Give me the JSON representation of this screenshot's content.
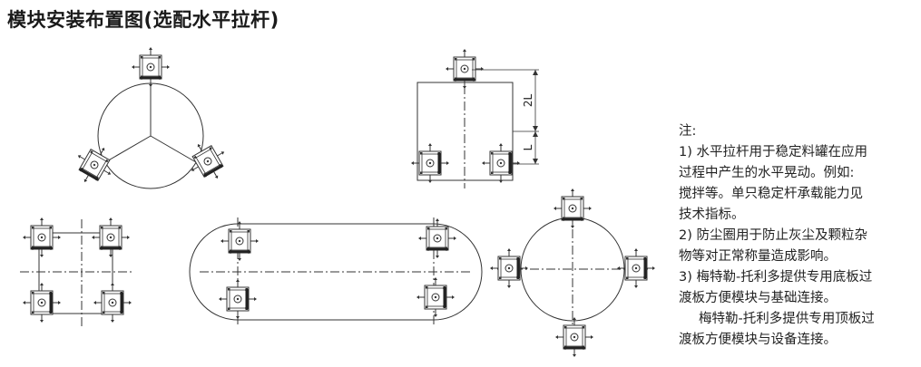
{
  "title": "模块安装布置图(选配水平拉杆)",
  "dimensions": {
    "upper": "2L",
    "lower": "L"
  },
  "notes": [
    {
      "text": "注:",
      "indent": false
    },
    {
      "text": "1) 水平拉杆用于稳定料罐在应用",
      "indent": false
    },
    {
      "text": "过程中产生的水平晃动。例如:",
      "indent": false
    },
    {
      "text": "搅拌等。单只稳定杆承载能力见",
      "indent": false
    },
    {
      "text": "技术指标。",
      "indent": false
    },
    {
      "text": "2) 防尘圈用于防止灰尘及颗粒杂",
      "indent": false
    },
    {
      "text": "物等对正常称量造成影响。",
      "indent": false
    },
    {
      "text": "3) 梅特勒-托利多提供专用底板过",
      "indent": false
    },
    {
      "text": "渡板方便模块与基础连接。",
      "indent": false
    },
    {
      "text": "梅特勒-托利多提供专用顶板过",
      "indent": true
    },
    {
      "text": "渡板方便模块与设备连接。",
      "indent": false
    }
  ]
}
